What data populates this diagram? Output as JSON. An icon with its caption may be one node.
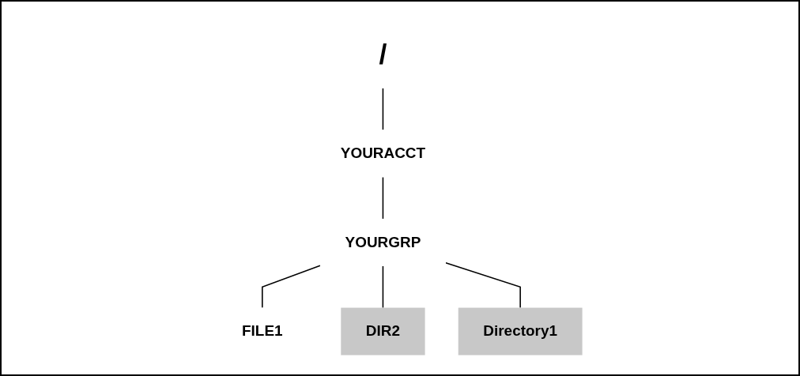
{
  "diagram": {
    "nodes": [
      {
        "text": [
          "/"
        ]
      },
      {
        "text": [
          "YOURACCT"
        ]
      },
      {
        "text": [
          "YOURGRP"
        ]
      },
      {
        "text": [
          "FILE1"
        ]
      },
      {
        "text": [
          "DIR2"
        ]
      },
      {
        "text": [
          "Directory1"
        ]
      }
    ],
    "edges": [
      {
        "from": 0,
        "to": 1,
        "arrow": "none"
      },
      {
        "from": 1,
        "to": 2,
        "arrow": "none"
      },
      {
        "from": 2,
        "to": 3,
        "arrow": "none"
      },
      {
        "from": 2,
        "to": 4,
        "arrow": "none"
      },
      {
        "from": 2,
        "to": 5,
        "arrow": "none"
      }
    ]
  }
}
